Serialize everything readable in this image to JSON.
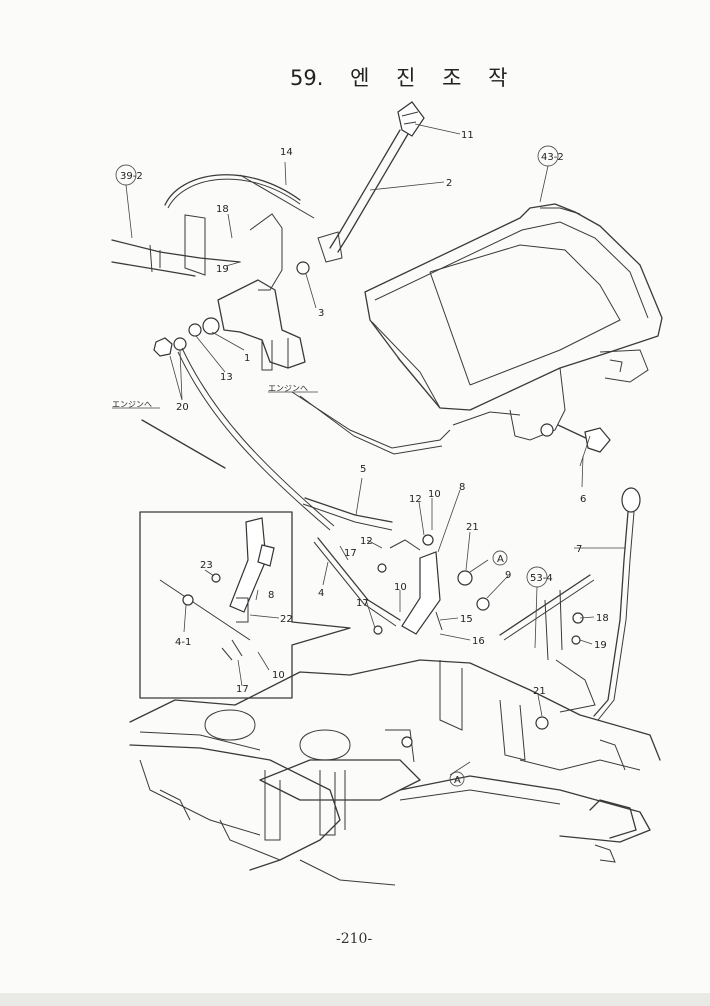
{
  "title": {
    "number": "59.",
    "words": [
      "엔",
      "진",
      "조",
      "작"
    ]
  },
  "page_number": "-210-",
  "side_notes": [
    "エンジンへ",
    "エンジンへ"
  ],
  "refs": [
    "39-2",
    "43-2",
    "53-4"
  ],
  "markers": [
    "A",
    "A"
  ],
  "callouts": [
    "1",
    "2",
    "3",
    "4",
    "4-1",
    "5",
    "6",
    "7",
    "8",
    "8",
    "9",
    "10",
    "10",
    "10",
    "11",
    "12",
    "12",
    "13",
    "14",
    "15",
    "16",
    "17",
    "17",
    "17",
    "18",
    "18",
    "19",
    "19",
    "20",
    "21",
    "21",
    "22",
    "23"
  ]
}
